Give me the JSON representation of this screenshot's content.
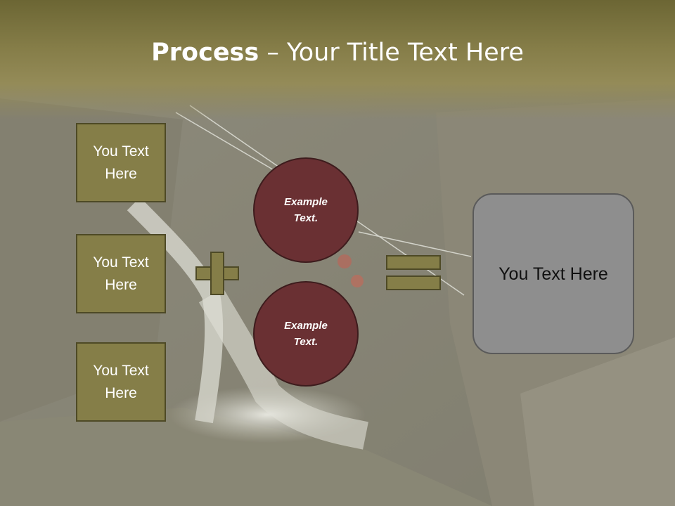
{
  "title": {
    "bold": "Process",
    "rest": " – Your Title Text Here"
  },
  "boxes": [
    "You Text Here",
    "You Text Here",
    "You Text Here"
  ],
  "circles": [
    "Example Text.",
    "Example Text."
  ],
  "result": "You Text Here",
  "colors": {
    "title_band": "#857d48",
    "box_fill": "#857e48",
    "circle_fill": "#6a3033",
    "result_fill": "#8e8e8e"
  },
  "icons": [
    "plus-icon",
    "equals-icon"
  ]
}
